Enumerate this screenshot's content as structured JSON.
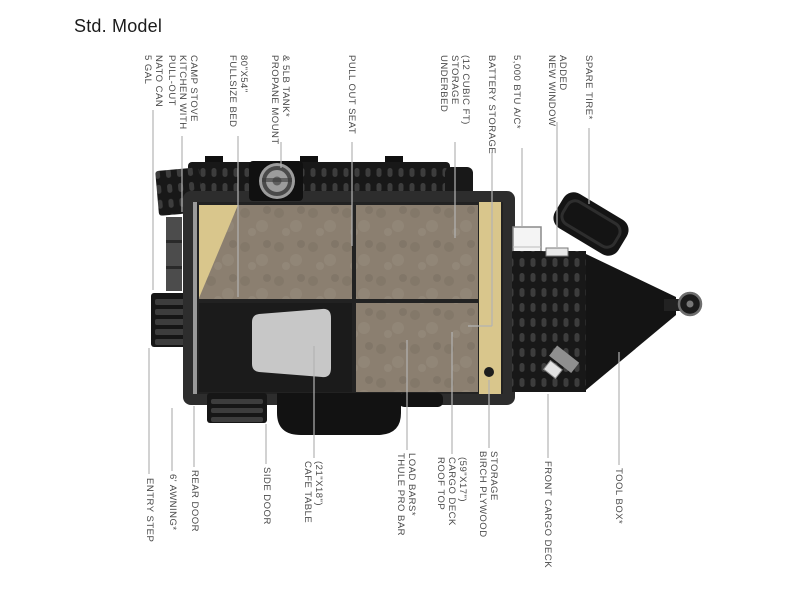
{
  "page": {
    "title": "Std. Model"
  },
  "diagram": {
    "labels_top": [
      {
        "text": "5 GAL\nNATO CAN"
      },
      {
        "text": "PULL-OUT\nKITCHEN WITH\nCAMP STOVE"
      },
      {
        "text": "FULLSIZE BED\n80\"X54\""
      },
      {
        "text": "PROPANE MOUNT\n& 5LB TANK*"
      },
      {
        "text": "PULL OUT SEAT"
      },
      {
        "text": "UNDERBED\nSTORAGE\n(12 CUBIC FT)"
      },
      {
        "text": "BATTERY STORAGE"
      },
      {
        "text": "5,000 BTU A/C*"
      },
      {
        "text": "NEW WINDOW\nADDED"
      },
      {
        "text": "SPARE TIRE*"
      }
    ],
    "labels_bottom": [
      {
        "text": "ENTRY STEP"
      },
      {
        "text": "6' AWNING*"
      },
      {
        "text": "REAR DOOR"
      },
      {
        "text": "SIDE DOOR"
      },
      {
        "text": "CAFE TABLE\n(21\"X18\")"
      },
      {
        "text": "THULE PRO BAR\nLOAD BARS*"
      },
      {
        "text": "ROOF TOP\nCARGO DECK\n(59\"X17\")"
      },
      {
        "text": "BIRCH PLYWOOD\nSTORAGE"
      },
      {
        "text": "FRONT CARGO DECK"
      },
      {
        "text": "TOOL BOX*"
      }
    ],
    "colors": {
      "floor": "#8b7f70",
      "plywood": "#d9c68c",
      "chassis": "#141414",
      "table": "#c7c7c7",
      "label_text": "#4a4a4a",
      "leader_line": "#b3b3b3"
    }
  }
}
